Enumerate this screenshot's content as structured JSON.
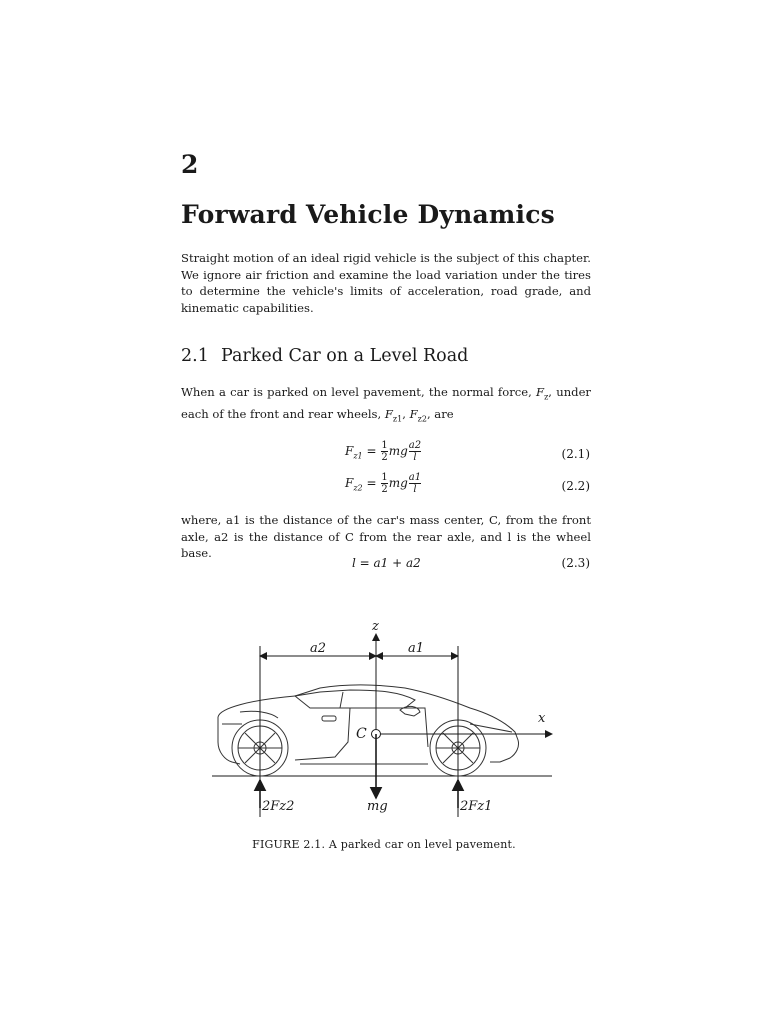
{
  "chapter": {
    "number": "2",
    "title": "Forward Vehicle Dynamics"
  },
  "intro": "Straight motion of an ideal rigid vehicle is the subject of this chapter. We ignore air friction and examine the load variation under the tires to determine the vehicle's limits of acceleration, road grade, and kinematic capabilities.",
  "section": {
    "number": "2.1",
    "title": "Parked Car on a Level Road"
  },
  "para1": {
    "t1": "When a car is parked on level pavement, the normal force, ",
    "fz": "F",
    "fz_sub": "z",
    "t2": ", under each of the front and rear wheels, ",
    "f1": "F",
    "f1_sub": "z1",
    "t3": ", ",
    "f2": "F",
    "f2_sub": "z2",
    "t4": ", are"
  },
  "equations": [
    {
      "lhs": "F",
      "lhs_sub": "z1",
      "eqsign": " = ",
      "num": "1",
      "den": "2",
      "mid": "mg",
      "num2": "a2",
      "den2": "l",
      "number": "(2.1)"
    },
    {
      "lhs": "F",
      "lhs_sub": "z2",
      "eqsign": " = ",
      "num": "1",
      "den": "2",
      "mid": "mg",
      "num2": "a1",
      "den2": "l",
      "number": "(2.2)"
    }
  ],
  "para2": "where, a1 is the distance of the car's mass center, C, from the front axle, a2 is the distance of C from the rear axle, and l is the wheel base.",
  "eq3": {
    "text": "l = a1 + a2",
    "number": "(2.3)"
  },
  "figure": {
    "labels": {
      "z": "z",
      "x": "x",
      "a2": "a2",
      "a1": "a1",
      "C": "C",
      "mg": "mg",
      "rear_force": "2Fz2",
      "front_force": "2Fz1"
    },
    "caption": "FIGURE 2.1. A parked car on level pavement."
  }
}
